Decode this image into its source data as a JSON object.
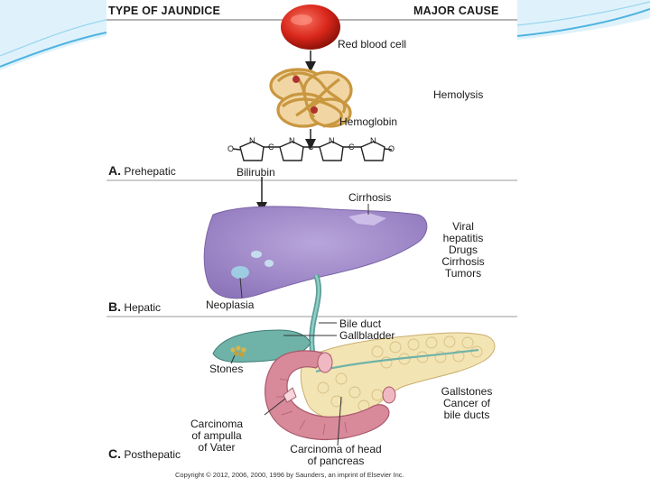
{
  "header": {
    "left": "TYPE OF JAUNDICE",
    "right": "MAJOR CAUSE"
  },
  "sections": {
    "a": {
      "letter": "A.",
      "name": "Prehepatic"
    },
    "b": {
      "letter": "B.",
      "name": "Hepatic"
    },
    "c": {
      "letter": "C.",
      "name": "Posthepatic"
    }
  },
  "labels": {
    "red_blood_cell": "Red blood cell",
    "hemolysis": "Hemolysis",
    "hemoglobin": "Hemoglobin",
    "bilirubin": "Bilirubin",
    "cirrhosis": "Cirrhosis",
    "neoplasia": "Neoplasia",
    "bile_duct": "Bile duct",
    "gallbladder": "Gallbladder",
    "stones": "Stones",
    "carcinoma_ampulla": [
      "Carcinoma",
      "of ampulla",
      "of Vater"
    ],
    "carcinoma_pancreas": [
      "Carcinoma of head",
      "of pancreas"
    ]
  },
  "molecule": {
    "n": "N",
    "c": "C",
    "o": "O"
  },
  "causes": {
    "hepatic": [
      "Viral",
      "hepatitis",
      "Drugs",
      "Cirrhosis",
      "Tumors"
    ],
    "posthepatic": [
      "Gallstones",
      "Cancer of",
      "bile ducts"
    ]
  },
  "copyright": "Copyright © 2012, 2006, 2000, 1996 by Saunders, an imprint of Elsevier Inc.",
  "colors": {
    "liver": "#a48fc9",
    "rbc": "#d9271b",
    "hemoglobin": "#e9c58f",
    "duodenum": "#d88a9a",
    "pancreas": "#f3e4b3",
    "bile": "#6fb3a8",
    "swoosh": "#4fb3e0"
  }
}
